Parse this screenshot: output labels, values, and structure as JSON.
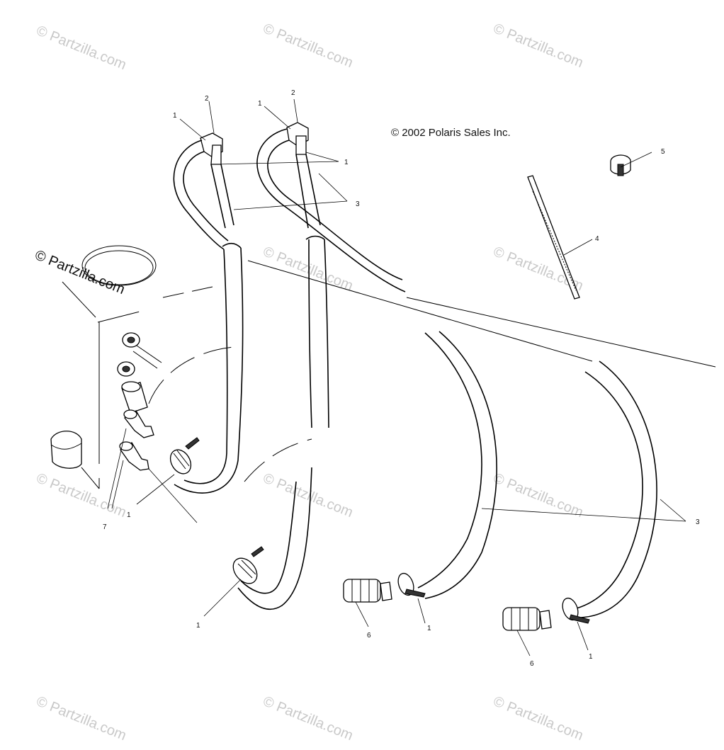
{
  "copyright": "© 2002 Polaris Sales Inc.",
  "watermark": "© Partzilla.com",
  "callouts": {
    "c1a": "1",
    "c2a": "2",
    "c1b": "1",
    "c2b": "2",
    "c1c": "1",
    "c3a": "3",
    "c5": "5",
    "c4": "4",
    "c3b": "3",
    "c7": "7",
    "c1d": "1",
    "c1e": "1",
    "c6a": "6",
    "c1f": "1",
    "c6b": "6",
    "c1g": "1"
  }
}
